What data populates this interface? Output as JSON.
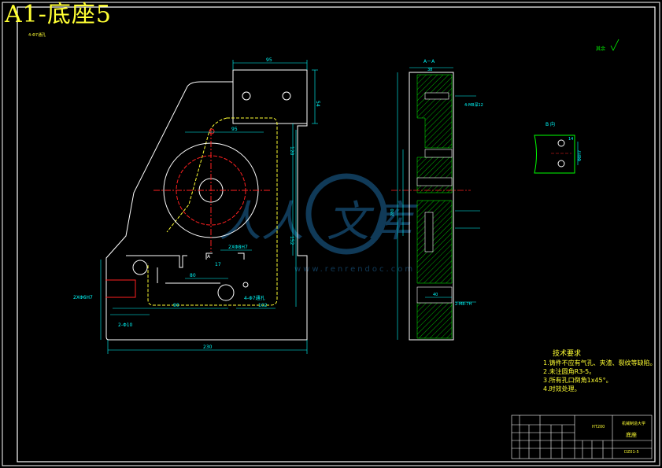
{
  "sheet": {
    "title": "A1-底座5",
    "section_label": "A－A",
    "view_label": "B 向",
    "roughness_note": "其余",
    "top_label": "4-Φ7通孔",
    "watermark_text": "www.renrendoc.com"
  },
  "dimensions": {
    "top_block_width": "95",
    "top_block_height": "54",
    "bore_spacing": "95",
    "height_120": "120",
    "height_152": "152",
    "offset_80": "80",
    "offset_17": "17",
    "offset_90": "90",
    "offset_102": "102",
    "overall_width": "230",
    "tol_left": "2XΦ6H7",
    "tol_mid": "2XΦ8H7",
    "tol_hole": "2-Φ10",
    "section_width": "38",
    "section_height": "280",
    "section_dim_40": "40",
    "section_thread": "4-M8深12",
    "section_thread2": "2-M8-7H",
    "b_view_dim": "Φ8H7",
    "b_view_dim2": "14"
  },
  "tech_requirements": {
    "heading": "技术要求",
    "items": [
      "1.铸件不应有气孔、夹渣、裂纹等缺陷。",
      "2.未注圆角R3-5。",
      "3.所有孔口倒角1x45°。",
      "4.时效处理。"
    ]
  },
  "title_block": {
    "part_name": "底座",
    "material": "HT200",
    "school": "机械制造大学",
    "drawing_no": "DZ01-5"
  },
  "colors": {
    "line": "#ffffff",
    "contour": "#00ff00",
    "dim": "#00ffff",
    "center": "#ff2020",
    "text": "#ffff33",
    "section_hatch": "#00ff00"
  }
}
